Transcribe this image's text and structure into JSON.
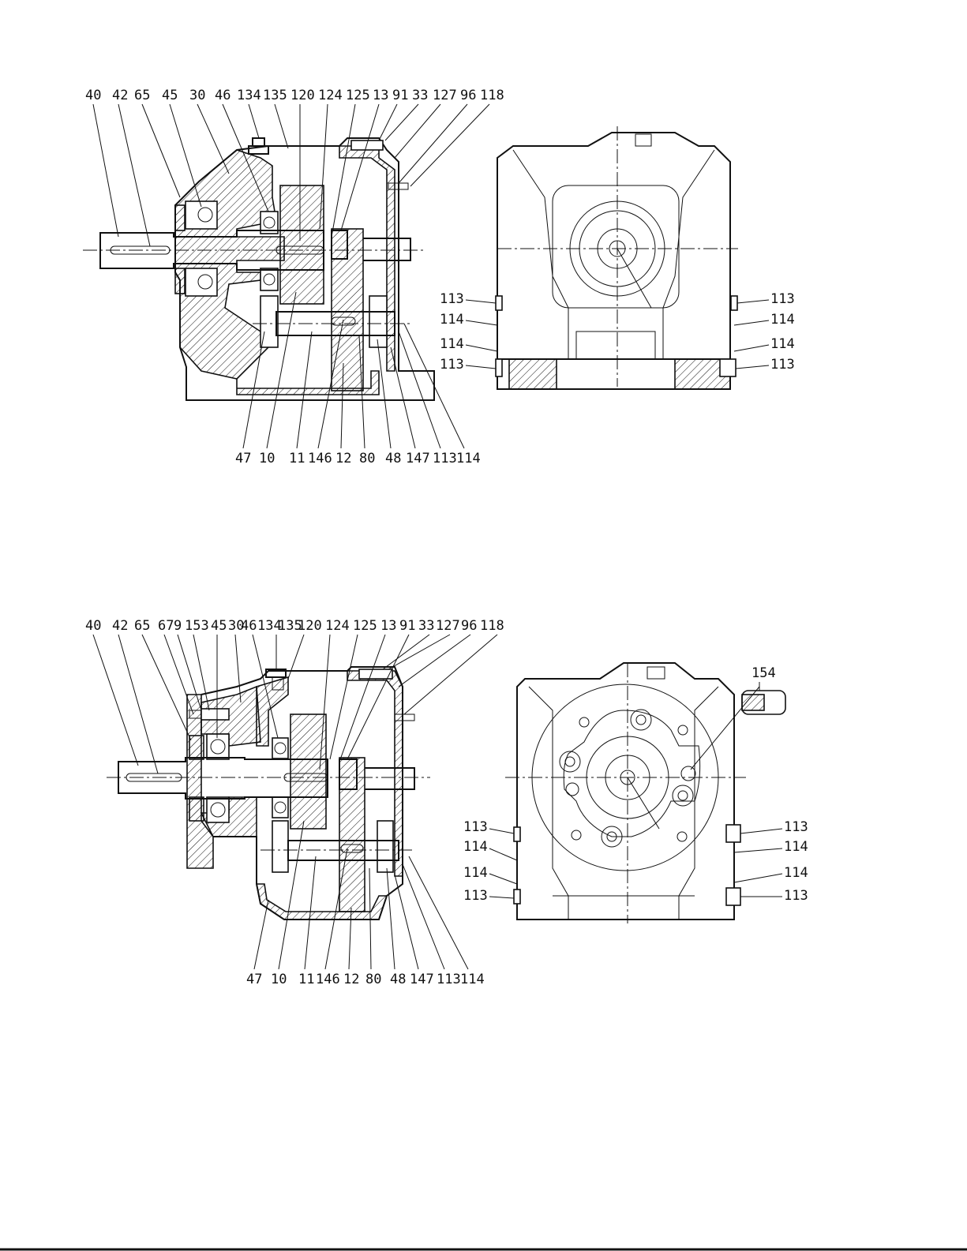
{
  "diagrams": [
    {
      "id": "section-top",
      "top_labels": [
        "40",
        "42",
        "65",
        "45",
        "30",
        "46",
        "134",
        "135",
        "120",
        "124",
        "125",
        "13",
        "91",
        "33",
        "127",
        "96",
        "118"
      ],
      "bottom_labels": [
        "47",
        "10",
        "11",
        "146",
        "12",
        "80",
        "48",
        "147",
        "113",
        "114"
      ]
    },
    {
      "id": "end-top",
      "left_labels": [
        "113",
        "114",
        "114",
        "113"
      ],
      "right_labels": [
        "113",
        "114",
        "114",
        "113"
      ]
    },
    {
      "id": "section-bottom",
      "top_labels": [
        "40",
        "42",
        "65",
        "67",
        "9",
        "153",
        "45",
        "30",
        "46",
        "134",
        "135",
        "120",
        "124",
        "125",
        "13",
        "91",
        "33",
        "127",
        "96",
        "118"
      ],
      "bottom_labels": [
        "47",
        "10",
        "11",
        "146",
        "12",
        "80",
        "48",
        "147",
        "113",
        "114"
      ]
    },
    {
      "id": "end-bottom",
      "top_labels": [
        "154"
      ],
      "left_labels": [
        "113",
        "114",
        "114",
        "113"
      ],
      "right_labels": [
        "113",
        "114",
        "114",
        "113"
      ]
    }
  ]
}
